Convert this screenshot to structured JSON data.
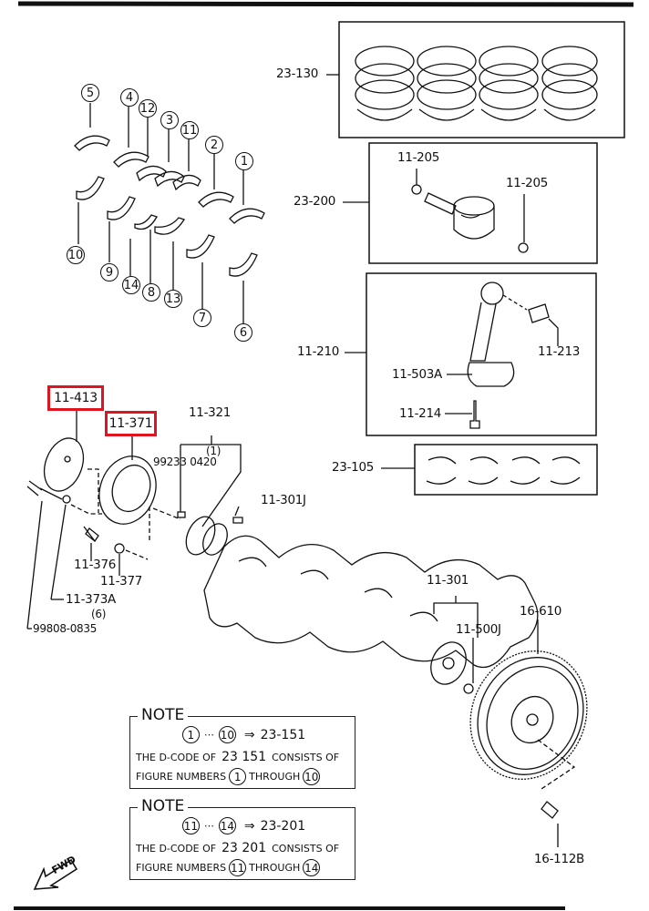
{
  "diagram": {
    "type": "exploded parts diagram",
    "subject": "engine crankshaft, pistons and bearings",
    "highlight_color": "#e0141e"
  },
  "callouts": {
    "piston_rings": "23-130",
    "piston": "23-200",
    "piston_pin_clip_left": "11-205",
    "piston_pin_clip_right": "11-205",
    "connecting_rod": "11-210",
    "rod_bushing": "11-213",
    "rod_nut": "11-503A",
    "rod_bolt": "11-214",
    "rod_bearings": "23-105",
    "pulley_plate": "11-413",
    "crank_pulley": "11-371",
    "timing_gear": "11-321",
    "key_qty": "(1)",
    "key": "99233 0420",
    "woodruff_key": "11-301J",
    "pulley_bolt": "11-376",
    "pulley_washer": "11-377",
    "washer": "11-373A",
    "washer_qty": "(6)",
    "bolt": "99808-0835",
    "crankshaft": "11-301",
    "pilot_bearing": "11-500J",
    "flywheel": "16-610",
    "flywheel_bolt": "16-112B"
  },
  "highlighted": [
    "11-413",
    "11-371"
  ],
  "bearing_figures": [
    "1",
    "2",
    "3",
    "4",
    "5",
    "6",
    "7",
    "8",
    "9",
    "10",
    "11",
    "12",
    "13",
    "14"
  ],
  "notes": [
    {
      "title": "NOTE",
      "from": "1",
      "to": "10",
      "arrow": "⇒",
      "code": "23-151",
      "line2_prefix": "THE D-CODE OF",
      "line2_code": "23 151",
      "line2_suffix": "CONSISTS OF",
      "line3_prefix": "FIGURE NUMBERS",
      "line3_mid": "THROUGH"
    },
    {
      "title": "NOTE",
      "from": "11",
      "to": "14",
      "arrow": "⇒",
      "code": "23-201",
      "line2_prefix": "THE D-CODE OF",
      "line2_code": "23 201",
      "line2_suffix": "CONSISTS OF",
      "line3_prefix": "FIGURE NUMBERS",
      "line3_mid": "THROUGH"
    }
  ],
  "direction_marker": "FWD"
}
